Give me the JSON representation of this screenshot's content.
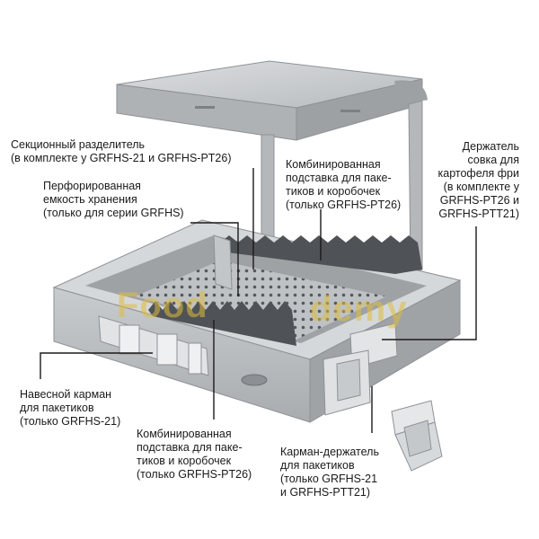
{
  "labels": {
    "divider": [
      "Секционный разделитель",
      "(в комплекте у GRFHS-21 и GRFHS-PT26)"
    ],
    "perforated": [
      "Перфорированная",
      "емкость хранения",
      "(только для серии GRFHS)"
    ],
    "combo_top": [
      "Комбинированная",
      "подставка для паке-",
      "тиков и коробочек",
      "(только GRFHS-PT26)"
    ],
    "scoop_holder": [
      "Держатель",
      "совка для",
      "картофеля фри",
      "(в комплекте у",
      "GRFHS-PT26 и",
      "GRFHS-PTT21)"
    ],
    "hanging_pocket": [
      "Навесной карман",
      "для пакетиков",
      "(только GRFHS-21)"
    ],
    "combo_bottom": [
      "Комбинированная",
      "подставка для паке-",
      "тиков и коробочек",
      "(только GRFHS-PT26)"
    ],
    "pocket_holder": [
      "Карман-держатель",
      "для пакетиков",
      "(только GRFHS-21",
      "и GRFHS-PTT21)"
    ]
  },
  "watermark": {
    "part1": "Food",
    "part2": "demy"
  },
  "colors": {
    "steel_light": "#d9dbdd",
    "steel_mid": "#b9bcbf",
    "steel_dark": "#8e9296",
    "perf": "#5a5e62",
    "leader": "#1a1a1a"
  }
}
